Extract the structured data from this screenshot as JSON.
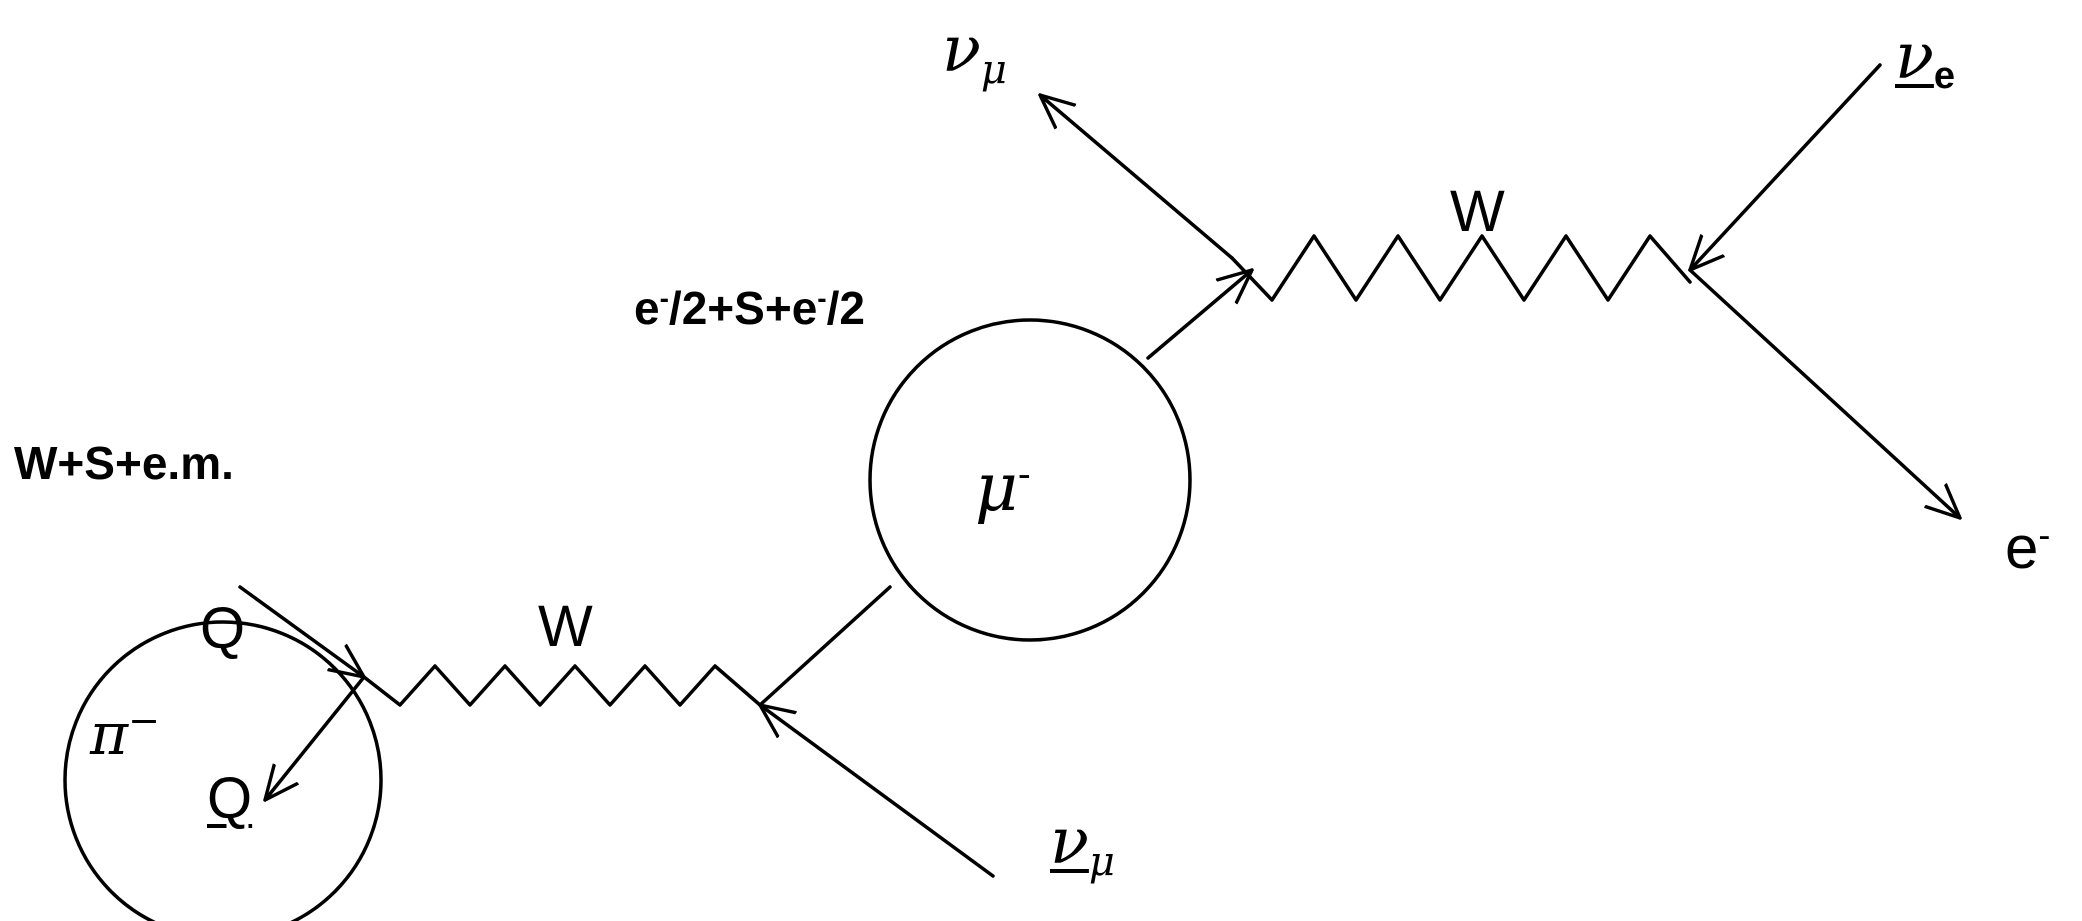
{
  "labels": {
    "pion_label_base": "W+S+e.m.",
    "muon_structure": {
      "e1": "e",
      "sup1": "-",
      "mid": "/2+S+",
      "e2": "e",
      "sup2": "-",
      "tail": "/2"
    },
    "pion_symbol": {
      "base": "π",
      "sup": "−"
    },
    "quark": "Q",
    "antiquark": "Q",
    "w_boson_left": "W",
    "w_boson_right": "W",
    "muon_symbol": {
      "base": "μ",
      "sup": "-"
    },
    "muon_neutrino_top": {
      "base": "ν",
      "sub": "μ"
    },
    "muon_antineutrino_bottom": {
      "base": "ν",
      "sub": "μ"
    },
    "electron_antineutrino": {
      "base": "ν",
      "sub": "e"
    },
    "electron": {
      "base": "e",
      "sup": "-"
    }
  }
}
